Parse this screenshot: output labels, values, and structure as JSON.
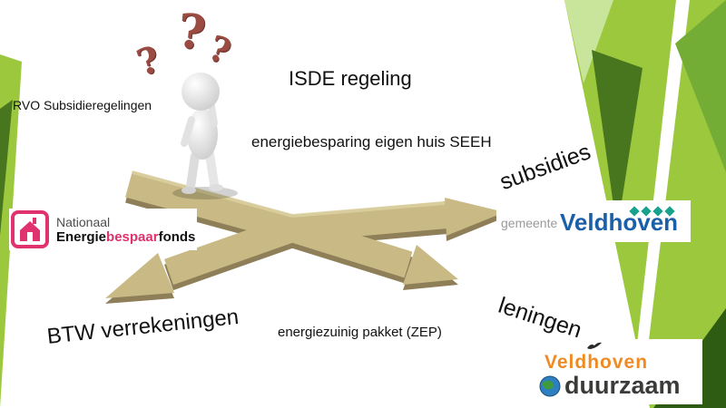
{
  "labels": {
    "rvo": "RVO Subsidieregelingen",
    "isde": "ISDE regeling",
    "seeh": "energiebesparing eigen huis SEEH",
    "subsidies": "subsidies",
    "leningen": "leningen",
    "btw": "BTW verrekeningen",
    "zep": "energiezuinig pakket (ZEP)"
  },
  "question_marks": [
    "?",
    "?",
    "?"
  ],
  "logos": {
    "nationaal_energiebespaarfonds": {
      "line1": "Nationaal",
      "energie": "Energie",
      "bespaar": "bespaar",
      "fonds": "fonds"
    },
    "gemeente_veldhoven": {
      "gemeente": "gemeente",
      "veldhoven": "Veldhoven"
    },
    "veldhoven_duurzaam": {
      "veldhoven": "Veldhoven",
      "duurzaam": "duurzaam"
    }
  },
  "colors": {
    "bespaar_pink": "#e0326e",
    "veldhoven_blue": "#1b5fa8",
    "diamond_teal": "#18a18d",
    "duurzaam_orange": "#ef8b22",
    "duurzaam_gray": "#3b3b3a",
    "arrow_gold": "#c9ba85",
    "question_brown": "#9a4c42",
    "green_lime": "#9cc83e",
    "green_mid": "#74ad35",
    "green_dark": "#47761e"
  }
}
